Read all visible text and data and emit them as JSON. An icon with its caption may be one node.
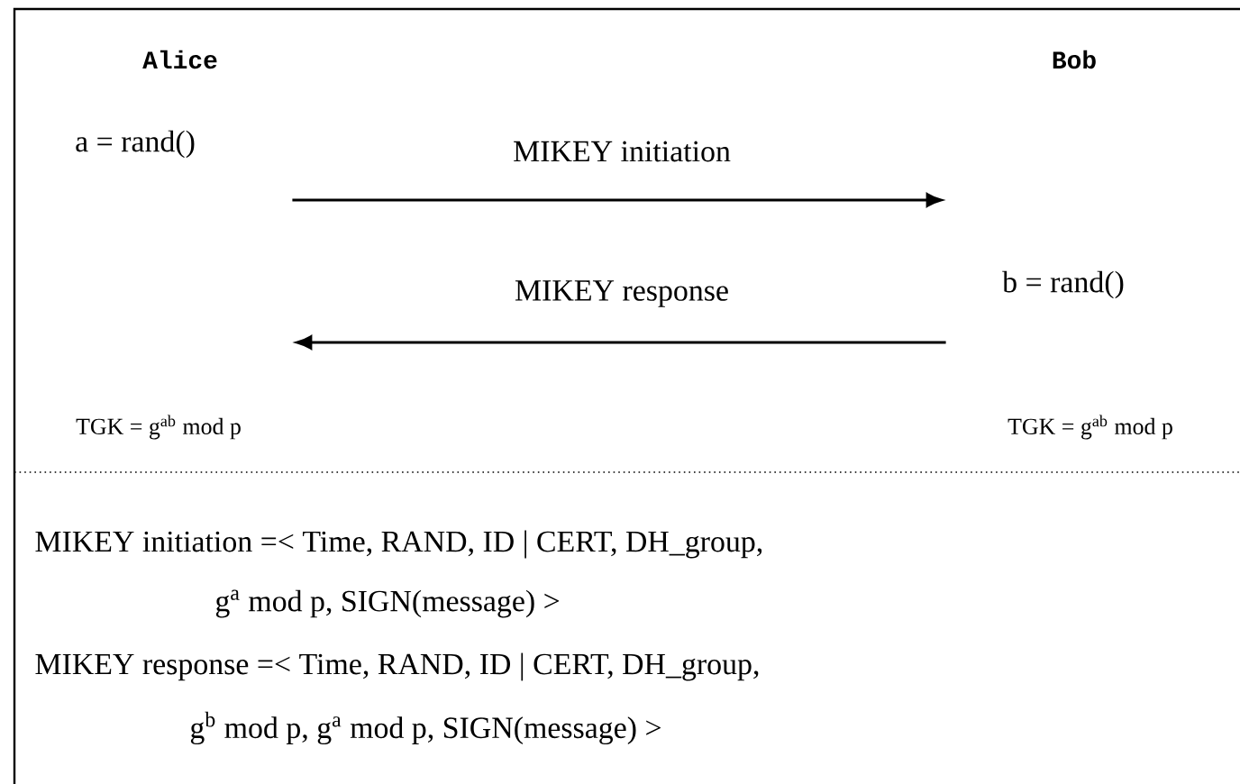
{
  "diagram": {
    "nodes": [
      {
        "text": [
          "Alice",
          "a = rand()",
          "TGK = g$^{ab}$ mod p"
        ]
      },
      {
        "text": [
          "Bob",
          "b = rand()",
          "TGK = g$^{ab}$ mod p"
        ]
      }
    ],
    "edges": [
      {
        "from": 0,
        "to": 1,
        "arrow": "to",
        "label": "MIKEY initiation"
      },
      {
        "from": 1,
        "to": 0,
        "arrow": "to",
        "label": "MIKEY response"
      }
    ],
    "labels": [
      "MIKEY initiation =< Time, RAND, ID | CERT, DH_group,",
      "g$^{a}$ mod p, SIGN(message) >",
      "MIKEY response =< Time, RAND, ID | CERT, DH_group,",
      "g$^{b}$ mod p, g$^{a}$ mod p, SIGN(message) >"
    ]
  }
}
